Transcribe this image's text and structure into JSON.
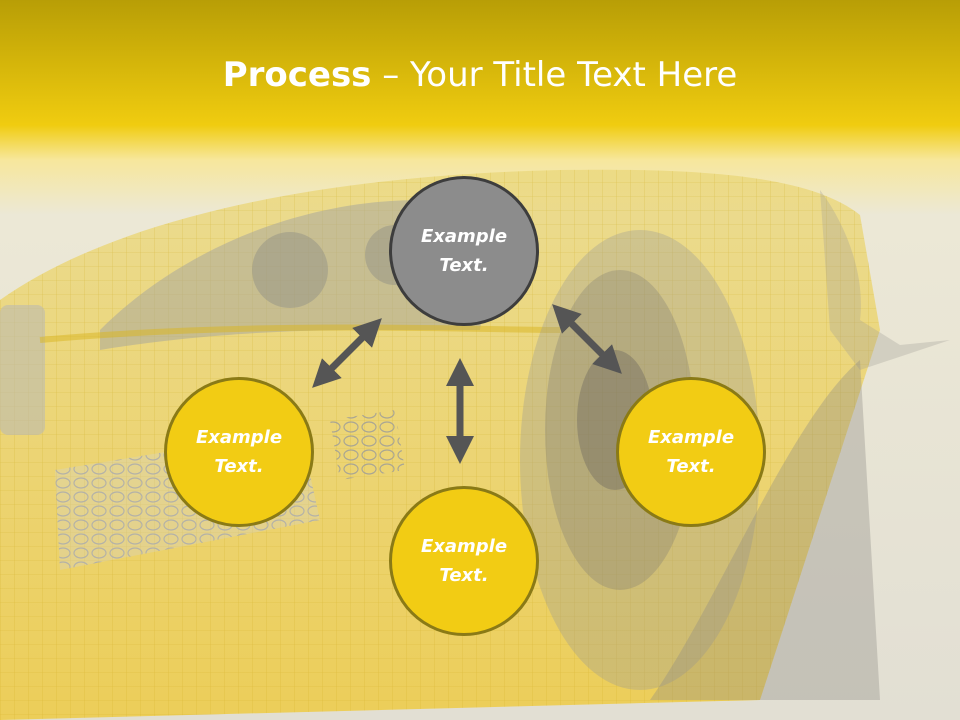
{
  "title": {
    "bold": "Process",
    "rest": " – Your Title Text Here"
  },
  "nodes": [
    {
      "id": "top",
      "text": "Example Text."
    },
    {
      "id": "left",
      "text": "Example Text."
    },
    {
      "id": "right",
      "text": "Example Text."
    },
    {
      "id": "bottom",
      "text": "Example Text."
    }
  ],
  "colors": {
    "node_yellow": "#f2cc14",
    "node_gray": "#8c8c8c",
    "arrow": "#555555",
    "title_text": "#ffffff"
  }
}
